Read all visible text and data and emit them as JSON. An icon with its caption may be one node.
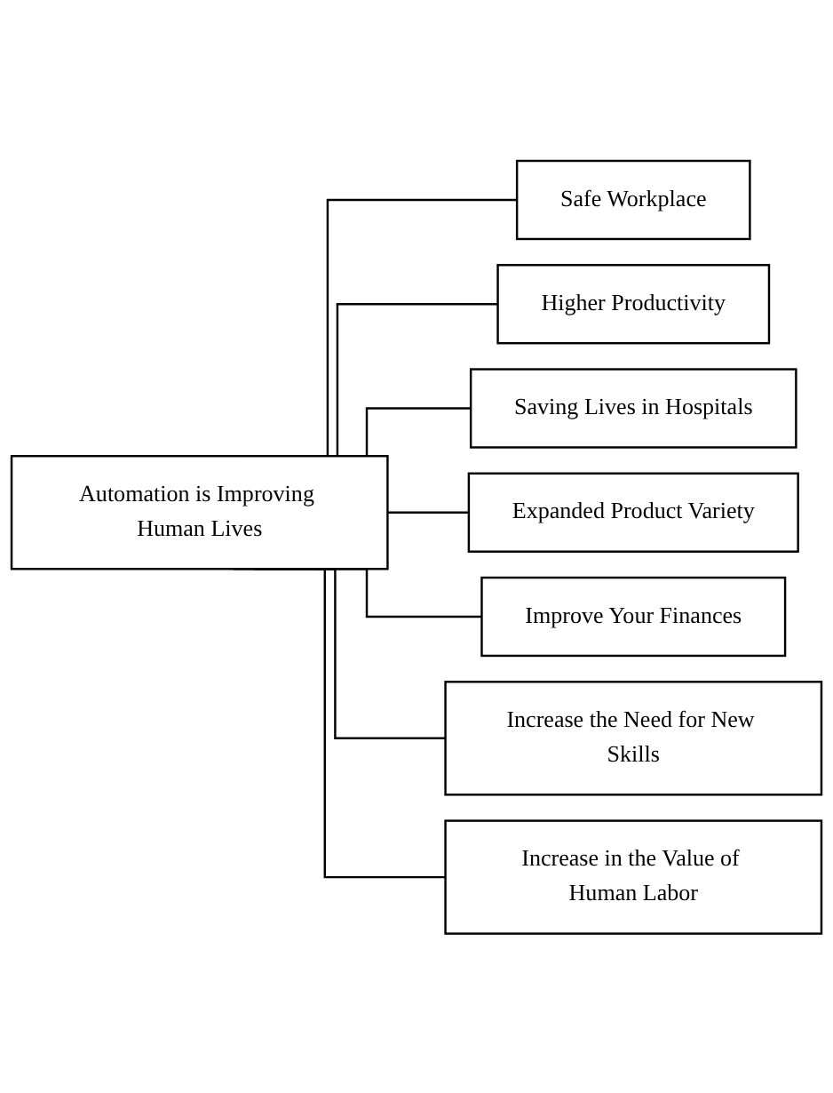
{
  "diagram": {
    "nodes": [
      {
        "text": [
          "Automation is Improving Human Lives"
        ]
      },
      {
        "text": [
          "Safe Workplace"
        ]
      },
      {
        "text": [
          "Higher Productivity"
        ]
      },
      {
        "text": [
          "Saving Lives in Hospitals"
        ]
      },
      {
        "text": [
          "Expanded Product Variety"
        ]
      },
      {
        "text": [
          "Improve Your Finances"
        ]
      },
      {
        "text": [
          "Increase the Need for New Skills"
        ]
      },
      {
        "text": [
          "Increase in the Value of Human Labor"
        ]
      }
    ],
    "edges": [
      {
        "from": 0,
        "to": 1,
        "arrow": "none"
      },
      {
        "from": 0,
        "to": 2,
        "arrow": "none"
      },
      {
        "from": 0,
        "to": 3,
        "arrow": "none"
      },
      {
        "from": 0,
        "to": 4,
        "arrow": "none"
      },
      {
        "from": 0,
        "to": 5,
        "arrow": "none"
      },
      {
        "from": 0,
        "to": 6,
        "arrow": "none"
      },
      {
        "from": 0,
        "to": 7,
        "arrow": "none"
      }
    ]
  }
}
